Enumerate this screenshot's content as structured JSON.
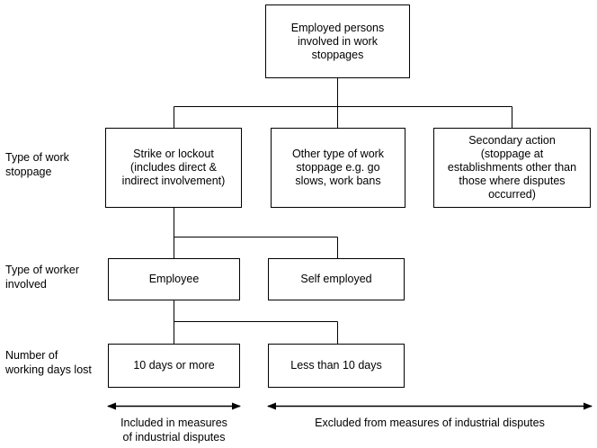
{
  "nodes": {
    "root": "Employed persons\ninvolved in work\nstoppages",
    "strike": "Strike or lockout\n(includes direct &\nindirect involvement)",
    "other": "Other type of work\nstoppage e.g. go\nslows, work bans",
    "secondary": "Secondary action\n(stoppage at\nestablishments other than\nthose where disputes\noccurred)",
    "employee": "Employee",
    "self_employed": "Self employed",
    "ten_or_more": "10 days or more",
    "less_than_ten": "Less than 10 days"
  },
  "row_labels": {
    "stoppage_type": "Type of work\nstoppage",
    "worker_type": "Type of worker\ninvolved",
    "days_lost": "Number of\nworking days lost"
  },
  "captions": {
    "included": "Included in measures\nof industrial disputes",
    "excluded": "Excluded from measures of industrial disputes"
  }
}
